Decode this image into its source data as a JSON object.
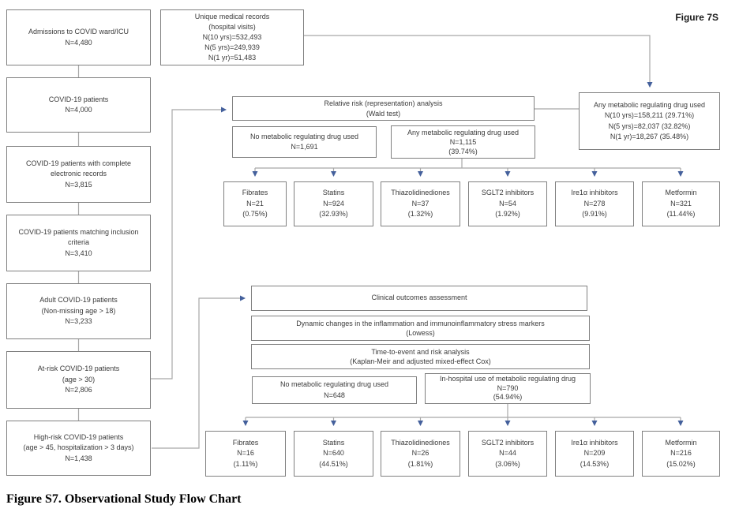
{
  "figure_label": "Figure 7S",
  "caption": "Figure S7. Observational Study Flow Chart",
  "cohort_flow": {
    "boxes": [
      {
        "lines": [
          "Admissions to COVID ward/ICU",
          "N=4,480"
        ]
      },
      {
        "lines": [
          "COVID-19 patients",
          "N=4,000"
        ]
      },
      {
        "lines": [
          "COVID-19 patients with complete",
          "electronic records",
          "N=3,815"
        ]
      },
      {
        "lines": [
          "COVID-19 patients matching inclusion",
          "criteria",
          "N=3,410"
        ]
      },
      {
        "lines": [
          "Adult COVID-19 patients",
          "(Non-missing age > 18)",
          "N=3,233"
        ]
      },
      {
        "lines": [
          "At-risk COVID-19 patients",
          "(age > 30)",
          "N=2,806"
        ]
      },
      {
        "lines": [
          "High-risk COVID-19 patients",
          "(age > 45, hospitalization > 3 days)",
          "N=1,438"
        ]
      }
    ]
  },
  "records_box": {
    "lines": [
      "Unique medical records",
      "(hospital visits)",
      "N(10 yrs)=532,493",
      "N(5 yrs)=249,939",
      "N(1 yr)=51,483"
    ]
  },
  "population_any_drug_box": {
    "lines": [
      "Any metabolic regulating drug used",
      "N(10 yrs)=158,211 (29.71%)",
      "N(5 yrs)=82,037 (32.82%)",
      "N(1 yr)=18,267 (35.48%)"
    ]
  },
  "representation_analysis": {
    "header": {
      "lines": [
        "Relative risk (representation) analysis",
        "(Wald test)"
      ]
    },
    "no_drug": {
      "lines": [
        "No metabolic regulating drug used",
        "N=1,691"
      ]
    },
    "any_drug": {
      "lines": [
        "Any metabolic regulating drug used",
        "N=1,115",
        "(39.74%)"
      ]
    },
    "drugs": [
      {
        "lines": [
          "Fibrates",
          "N=21",
          "(0.75%)"
        ]
      },
      {
        "lines": [
          "Statins",
          "N=924",
          "(32.93%)"
        ]
      },
      {
        "lines": [
          "Thiazolidinediones",
          "N=37",
          "(1.32%)"
        ]
      },
      {
        "lines": [
          "SGLT2 inhibitors",
          "N=54",
          "(1.92%)"
        ]
      },
      {
        "lines": [
          "Ire1α inhibitors",
          "N=278",
          "(9.91%)"
        ]
      },
      {
        "lines": [
          "Metformin",
          "N=321",
          "(11.44%)"
        ]
      }
    ]
  },
  "outcomes_analysis": {
    "steps": [
      {
        "lines": [
          "Clinical outcomes assessment"
        ]
      },
      {
        "lines": [
          "Dynamic changes in the inflammation and immunoinflammatory stress markers",
          "(Lowess)"
        ]
      },
      {
        "lines": [
          "Time-to-event and risk analysis",
          "(Kaplan-Meir and adjusted mixed-effect Cox)"
        ]
      }
    ],
    "no_drug": {
      "lines": [
        "No metabolic regulating drug used",
        "N=648"
      ]
    },
    "in_hospital": {
      "lines": [
        "In-hospital use of metabolic regulating drug",
        "N=790",
        "(54.94%)"
      ]
    },
    "drugs": [
      {
        "lines": [
          "Fibrates",
          "N=16",
          "(1.11%)"
        ]
      },
      {
        "lines": [
          "Statins",
          "N=640",
          "(44.51%)"
        ]
      },
      {
        "lines": [
          "Thiazolidinediones",
          "N=26",
          "(1.81%)"
        ]
      },
      {
        "lines": [
          "SGLT2 inhibitors",
          "N=44",
          "(3.06%)"
        ]
      },
      {
        "lines": [
          "Ire1α inhibitors",
          "N=209",
          "(14.53%)"
        ]
      },
      {
        "lines": [
          "Metformin",
          "N=216",
          "(15.02%)"
        ]
      }
    ]
  },
  "colors": {
    "box_border": "#808080",
    "connector": "#a8a8a8",
    "arrow": "#44609c",
    "text": "#3a3a3a",
    "background": "#ffffff"
  }
}
